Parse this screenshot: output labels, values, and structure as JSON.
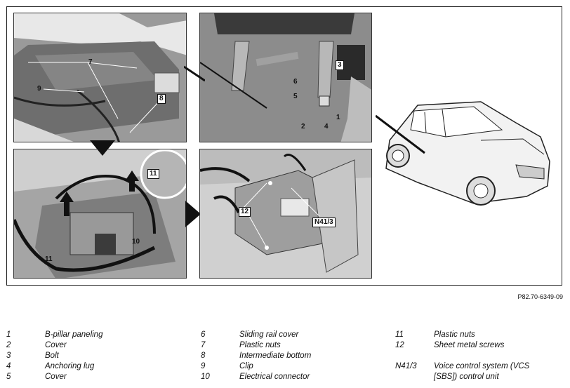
{
  "figure_ref": "P82.70-6349-09",
  "callouts": {
    "p1": [
      "7",
      "9",
      "8"
    ],
    "p2": [
      "3",
      "6",
      "5",
      "2",
      "4",
      "1"
    ],
    "p3": [
      "11",
      "10",
      "11"
    ],
    "p4": [
      "12",
      "N41/3"
    ]
  },
  "legend": {
    "col1": [
      {
        "num": "1",
        "text": "B-pillar paneling"
      },
      {
        "num": "2",
        "text": "Cover"
      },
      {
        "num": "3",
        "text": "Bolt"
      },
      {
        "num": "4",
        "text": "Anchoring lug"
      },
      {
        "num": "5",
        "text": "Cover"
      }
    ],
    "col2": [
      {
        "num": "6",
        "text": "Sliding rail cover"
      },
      {
        "num": "7",
        "text": "Plastic nuts"
      },
      {
        "num": "8",
        "text": "Intermediate bottom"
      },
      {
        "num": "9",
        "text": "Clip"
      },
      {
        "num": "10",
        "text": "Electrical connector"
      }
    ],
    "col3": [
      {
        "num": "11",
        "text": "Plastic nuts"
      },
      {
        "num": "12",
        "text": "Sheet metal screws"
      },
      {
        "num": "",
        "text": ""
      },
      {
        "num": "N41/3",
        "text": "Voice control system (VCS"
      },
      {
        "num": "",
        "text": "[SBS]) control unit"
      }
    ]
  }
}
